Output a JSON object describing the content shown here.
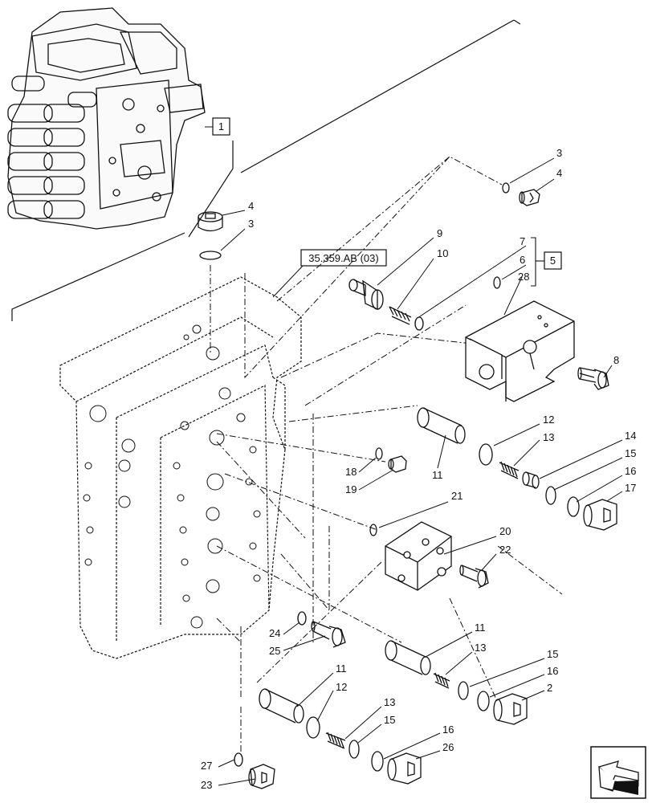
{
  "figure": {
    "reference_label": "35.359.AB (03)",
    "boxed_callouts": [
      "1",
      "5"
    ],
    "callouts": [
      "1",
      "2",
      "3",
      "4",
      "5",
      "6",
      "7",
      "8",
      "9",
      "10",
      "11",
      "12",
      "13",
      "14",
      "15",
      "16",
      "17",
      "18",
      "19",
      "20",
      "21",
      "22",
      "23",
      "24",
      "25",
      "26",
      "27",
      "28"
    ]
  },
  "labels": {
    "l3a": "3",
    "l4a": "4",
    "l4b": "4",
    "l3b": "3",
    "l9": "9",
    "l10": "10",
    "l7": "7",
    "l6": "6",
    "l28": "28",
    "l8": "8",
    "l12a": "12",
    "l13a": "13",
    "l14": "14",
    "l15a": "15",
    "l16a": "16",
    "l17": "17",
    "l11a": "11",
    "l18": "18",
    "l19": "19",
    "l21": "21",
    "l20": "20",
    "l22": "22",
    "l24": "24",
    "l25": "25",
    "l11b": "11",
    "l13b": "13",
    "l15b": "15",
    "l16b": "16",
    "l2": "2",
    "l11c": "11",
    "l12c": "12",
    "l13c": "13",
    "l15c": "15",
    "l16c": "16",
    "l26": "26",
    "l27": "27",
    "l23": "23"
  },
  "boxes": {
    "b1": "1",
    "b5": "5"
  },
  "nav": {
    "icon": "next-page-arrow-icon"
  }
}
